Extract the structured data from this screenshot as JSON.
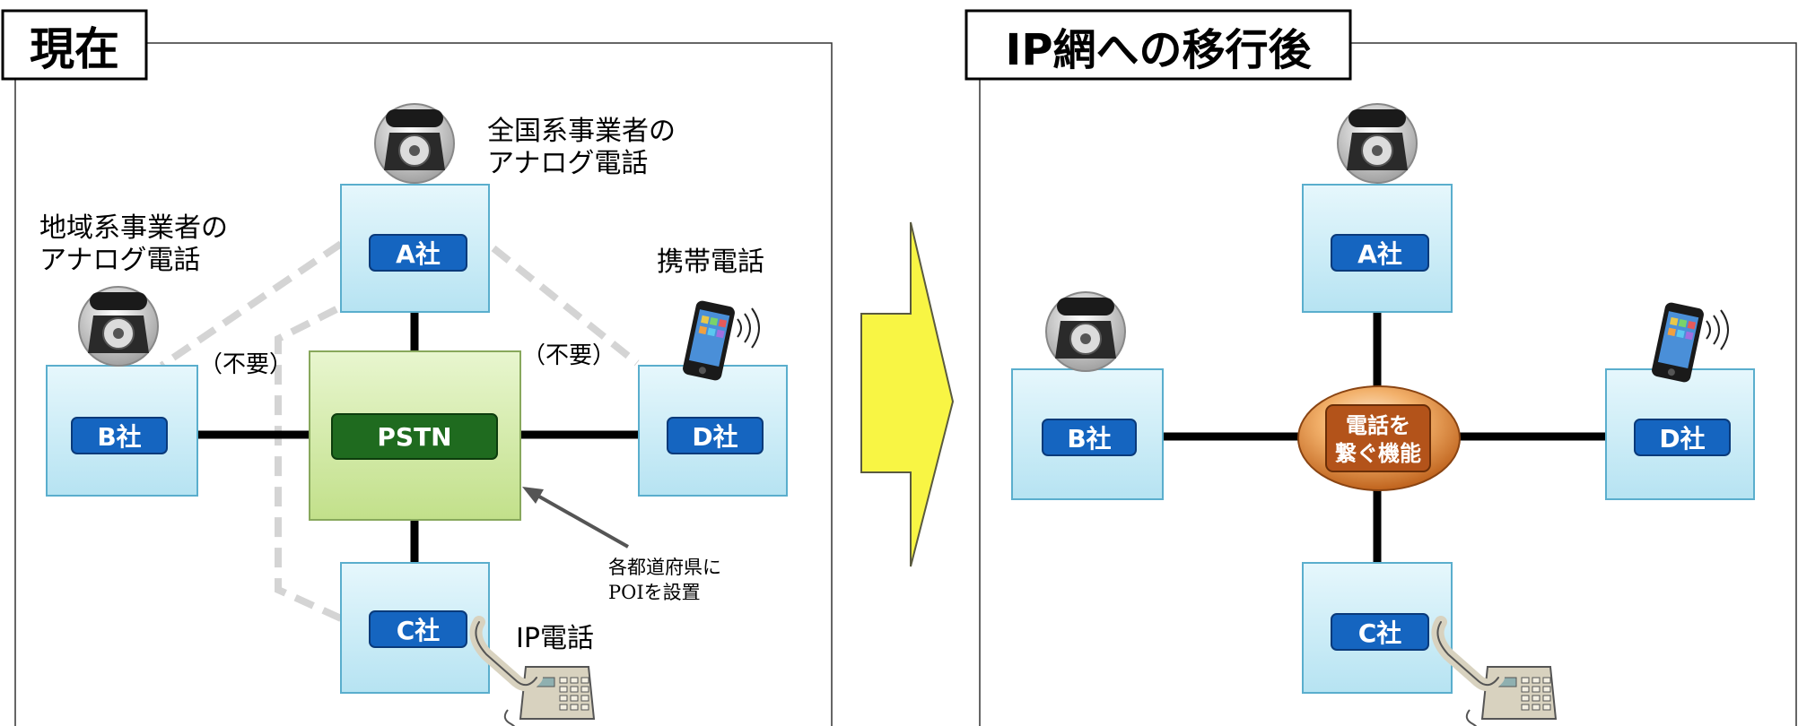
{
  "left_panel": {
    "title": "現在",
    "hub_label": "PSTN",
    "companies": {
      "a": "A社",
      "b": "B社",
      "c": "C社",
      "d": "D社"
    },
    "labels": {
      "nationwide_line1": "全国系事業者の",
      "nationwide_line2": "アナログ電話",
      "regional_line1": "地域系事業者の",
      "regional_line2": "アナログ電話",
      "mobile": "携帯電話",
      "ip_phone": "IP電話",
      "unnecessary_left": "（不要）",
      "unnecessary_right": "（不要）",
      "poi_line1": "各都道府県に",
      "poi_line2": "POIを設置"
    }
  },
  "right_panel": {
    "title": "IP網への移行後",
    "hub_line1": "電話を",
    "hub_line2": "繋ぐ機能",
    "companies": {
      "a": "A社",
      "b": "B社",
      "c": "C社",
      "d": "D社"
    }
  },
  "colors": {
    "node_fill": "#c9eef8",
    "company_badge": "#1565c0",
    "pstn_fill": "#d7edb0",
    "pstn_badge": "#1f6b1f",
    "hub_orange": "#c8661e",
    "arrow_fill": "#f8f544",
    "dashed_line": "#d4d4d4"
  },
  "icons": [
    "rotary-phone-icon",
    "smartphone-icon",
    "desk-phone-icon",
    "right-arrow-icon"
  ]
}
